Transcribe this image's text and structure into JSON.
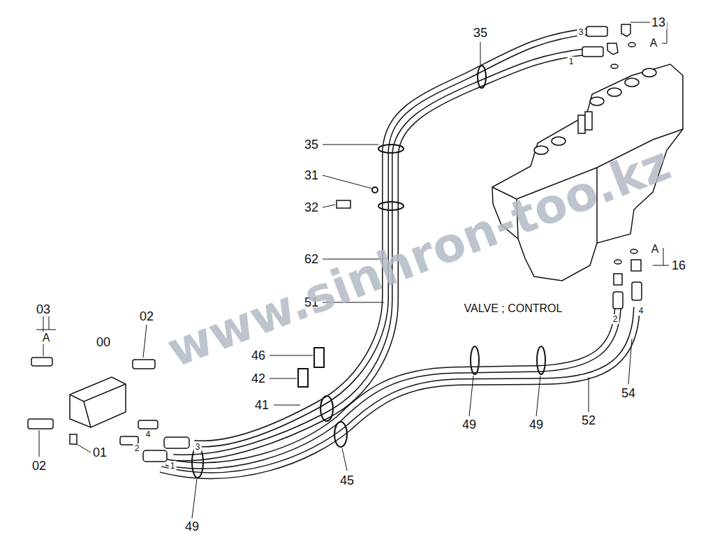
{
  "diagram": {
    "labels": [
      "13",
      "A",
      "35",
      "3",
      "1",
      "35",
      "31",
      "32",
      "62",
      "51",
      "A",
      "16",
      "VALVE ; CONTROL",
      "2",
      "4",
      "46",
      "42",
      "41",
      "03",
      "A",
      "02",
      "00",
      "02",
      "01",
      "4",
      "3",
      "2",
      "1",
      "49",
      "49",
      "52",
      "54",
      "45",
      "49",
      "www.sinhron-too.kz"
    ]
  }
}
